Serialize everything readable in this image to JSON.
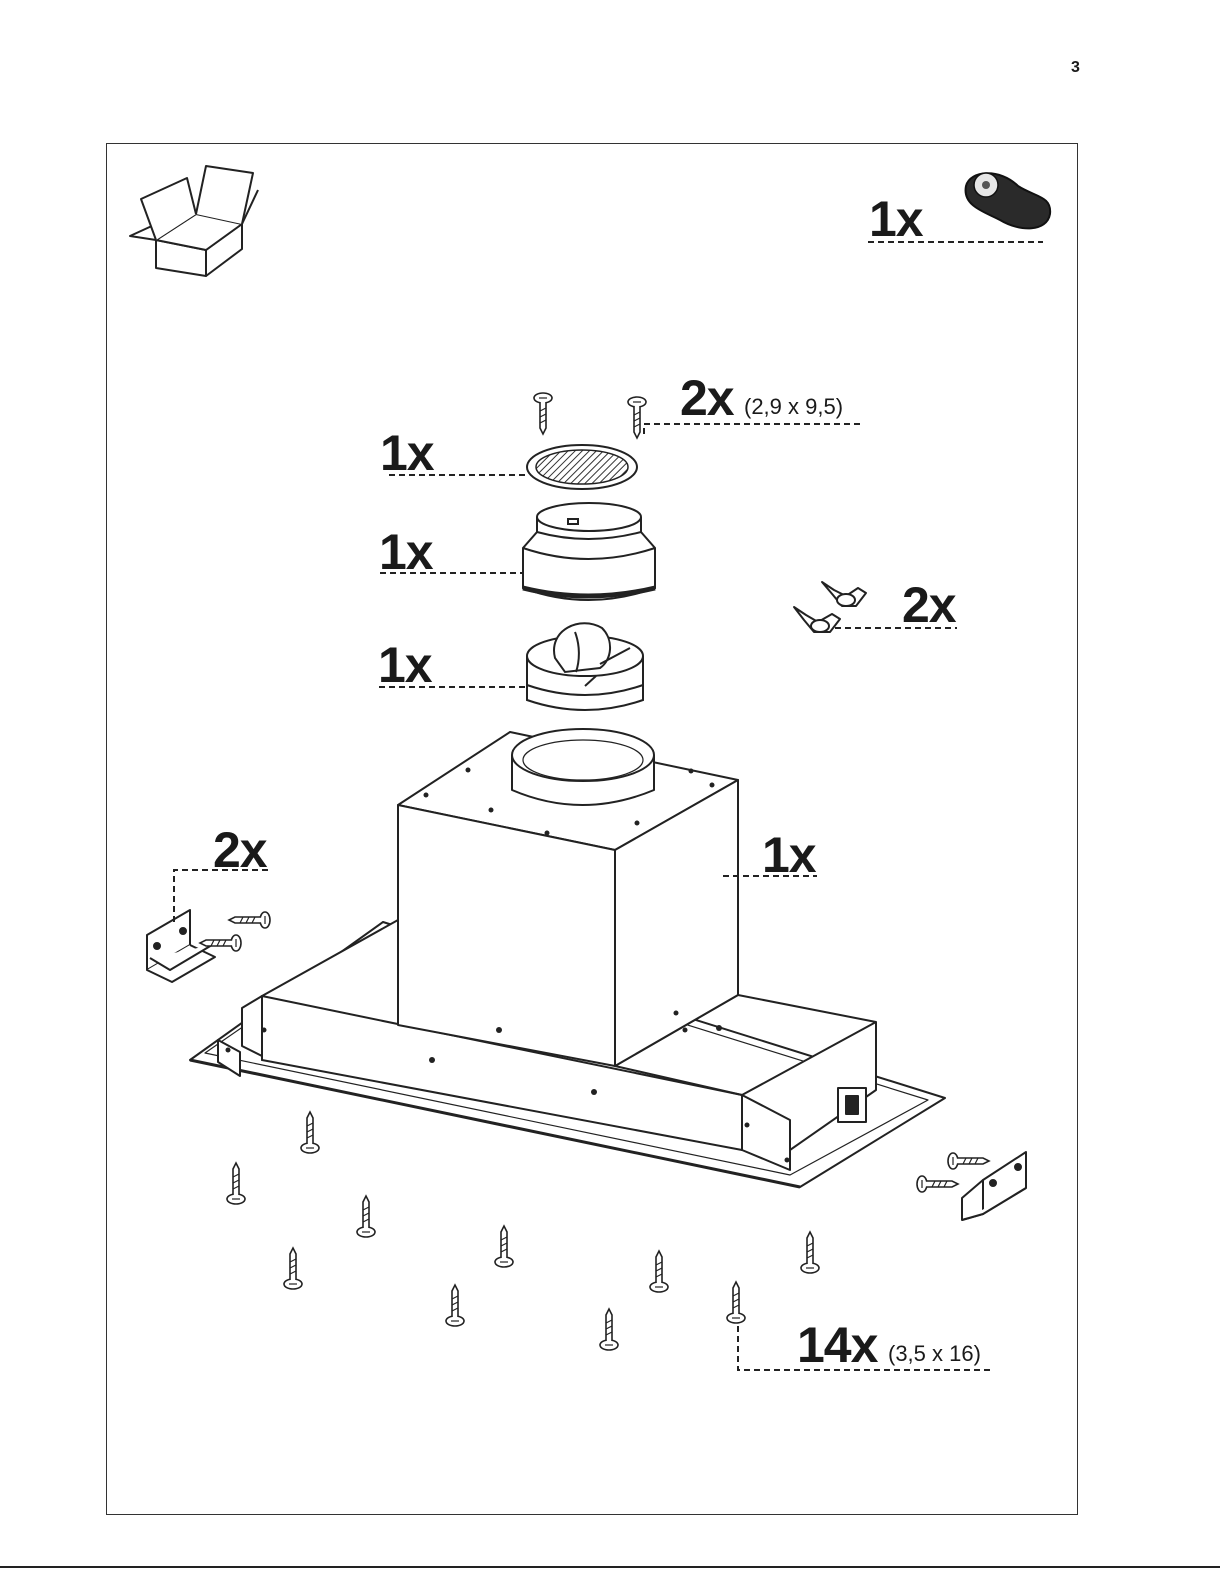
{
  "page_number": "3",
  "parts": {
    "remote": {
      "qty": "1x"
    },
    "screws_small": {
      "qty": "2x",
      "spec": "(2,9 x 9,5)"
    },
    "grille": {
      "qty": "1x"
    },
    "reducer": {
      "qty": "1x"
    },
    "valve": {
      "qty": "1x"
    },
    "wing_nuts": {
      "qty": "2x"
    },
    "brackets": {
      "qty": "2x"
    },
    "motor_unit": {
      "qty": "1x"
    },
    "screws_large": {
      "qty": "14x",
      "spec": "(3,5 x 16)"
    }
  }
}
